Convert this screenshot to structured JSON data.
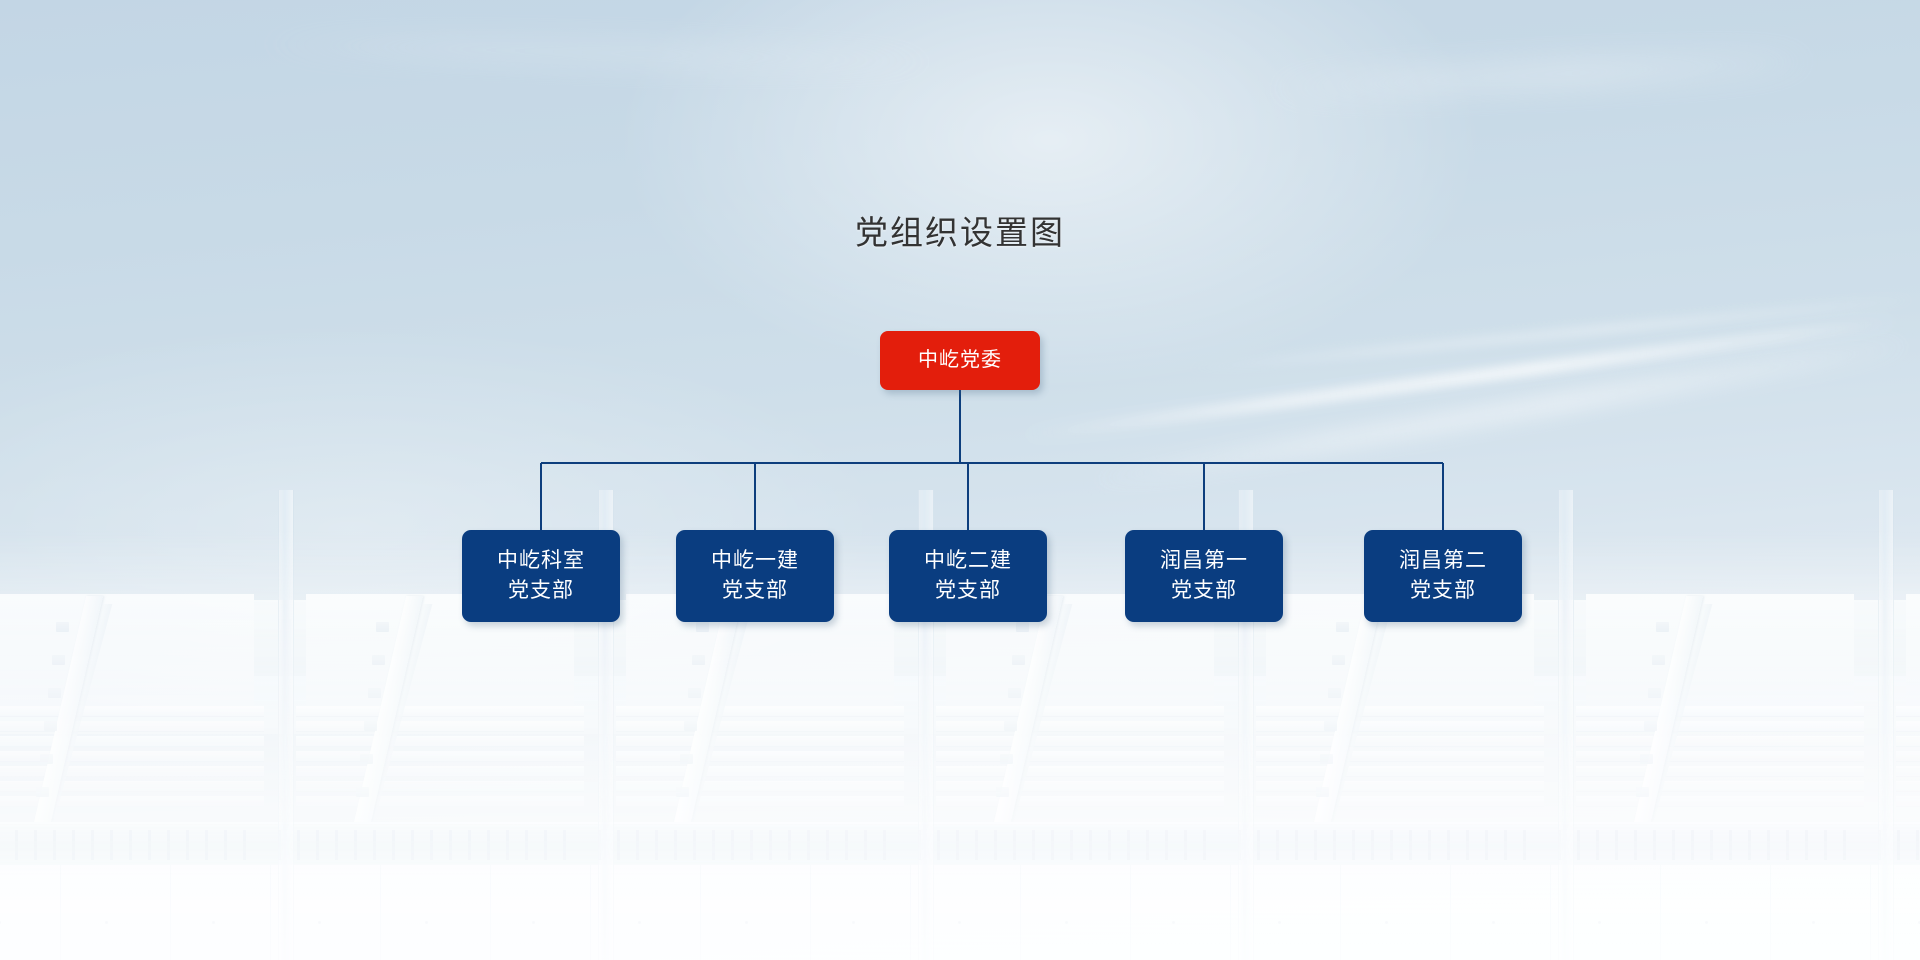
{
  "chart_data": {
    "type": "diagram",
    "diagram_kind": "organizational-tree",
    "title": "党组织设置图",
    "root": {
      "id": "root",
      "label": "中屹党委",
      "color": "#e31e0c",
      "text_color": "#ffffff"
    },
    "children": [
      {
        "id": "c0",
        "label": "中屹科室\n党支部",
        "line1": "中屹科室",
        "line2": "党支部",
        "color": "#0a3d80",
        "text_color": "#ffffff"
      },
      {
        "id": "c1",
        "label": "中屹一建\n党支部",
        "line1": "中屹一建",
        "line2": "党支部",
        "color": "#0a3d80",
        "text_color": "#ffffff"
      },
      {
        "id": "c2",
        "label": "中屹二建\n党支部",
        "line1": "中屹二建",
        "line2": "党支部",
        "color": "#0a3d80",
        "text_color": "#ffffff"
      },
      {
        "id": "c3",
        "label": "润昌第一\n党支部",
        "line1": "润昌第一",
        "line2": "党支部",
        "color": "#0a3d80",
        "text_color": "#ffffff"
      },
      {
        "id": "c4",
        "label": "润昌第二\n党支部",
        "line1": "润昌第二",
        "line2": "党支部",
        "color": "#0a3d80",
        "text_color": "#ffffff"
      }
    ],
    "connector_color": "#0d3e7d",
    "connector_width": 2,
    "levels": 2,
    "child_count": 5
  },
  "page": {
    "title": "党组织设置图",
    "title_color": "#333333",
    "background_description": "淡蓝色天空渐变，下方为淡化的白色厂房建筑"
  },
  "theme": {
    "sky_top": "#c3d6e5",
    "sky_bottom": "#f3f7fa",
    "accent_red": "#e31e0c",
    "accent_navy": "#0a3d80",
    "line_navy": "#0d3e7d"
  }
}
